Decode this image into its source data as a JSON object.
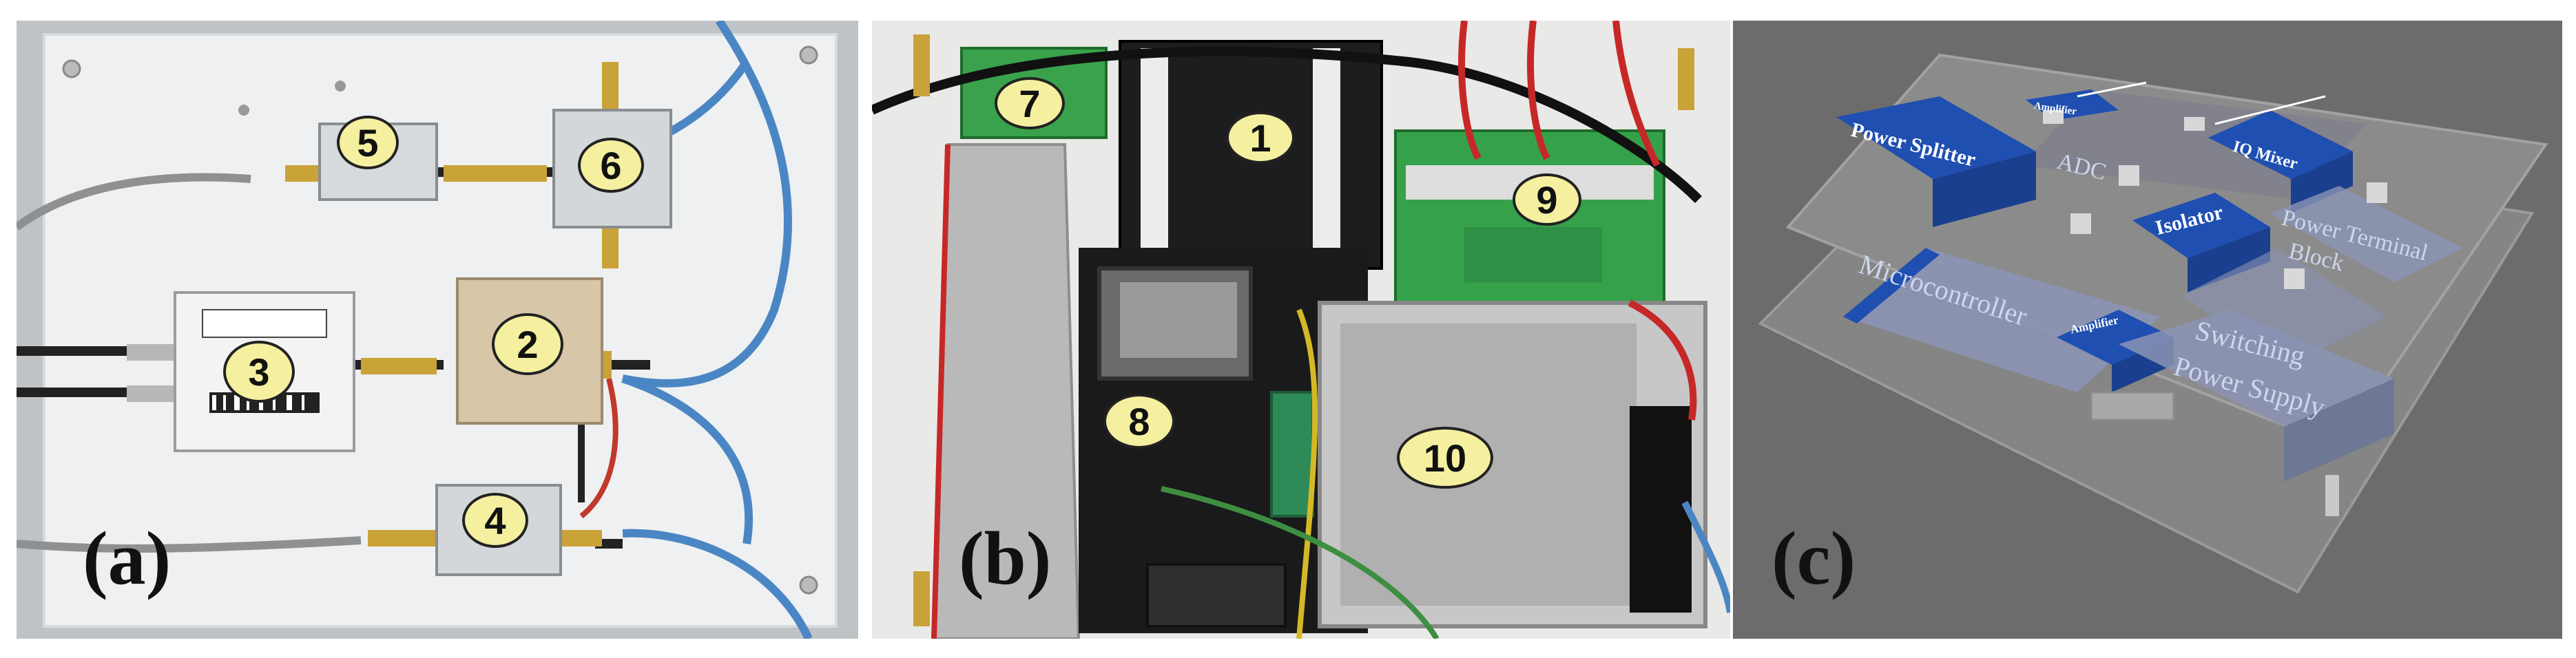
{
  "panels": [
    {
      "tag": "(a)"
    },
    {
      "tag": "(b)"
    },
    {
      "tag": "(c)"
    }
  ],
  "panel_a_badges": [
    "5",
    "6",
    "3",
    "2",
    "4"
  ],
  "panel_b_badges": [
    "7",
    "1",
    "9",
    "8",
    "10"
  ],
  "panel_c_modules": {
    "power_splitter": "Power Splitter",
    "amplifier_top": "Amplifier",
    "iq_mixer": "IQ Mixer",
    "adc": "ADC",
    "isolator": "Isolator",
    "power_terminal": "Power Terminal",
    "block": "Block",
    "microcontroller": "Microcontroller",
    "amplifier_mid": "Amplifier",
    "switching": "Switching",
    "power_supply": "Power Supply"
  }
}
